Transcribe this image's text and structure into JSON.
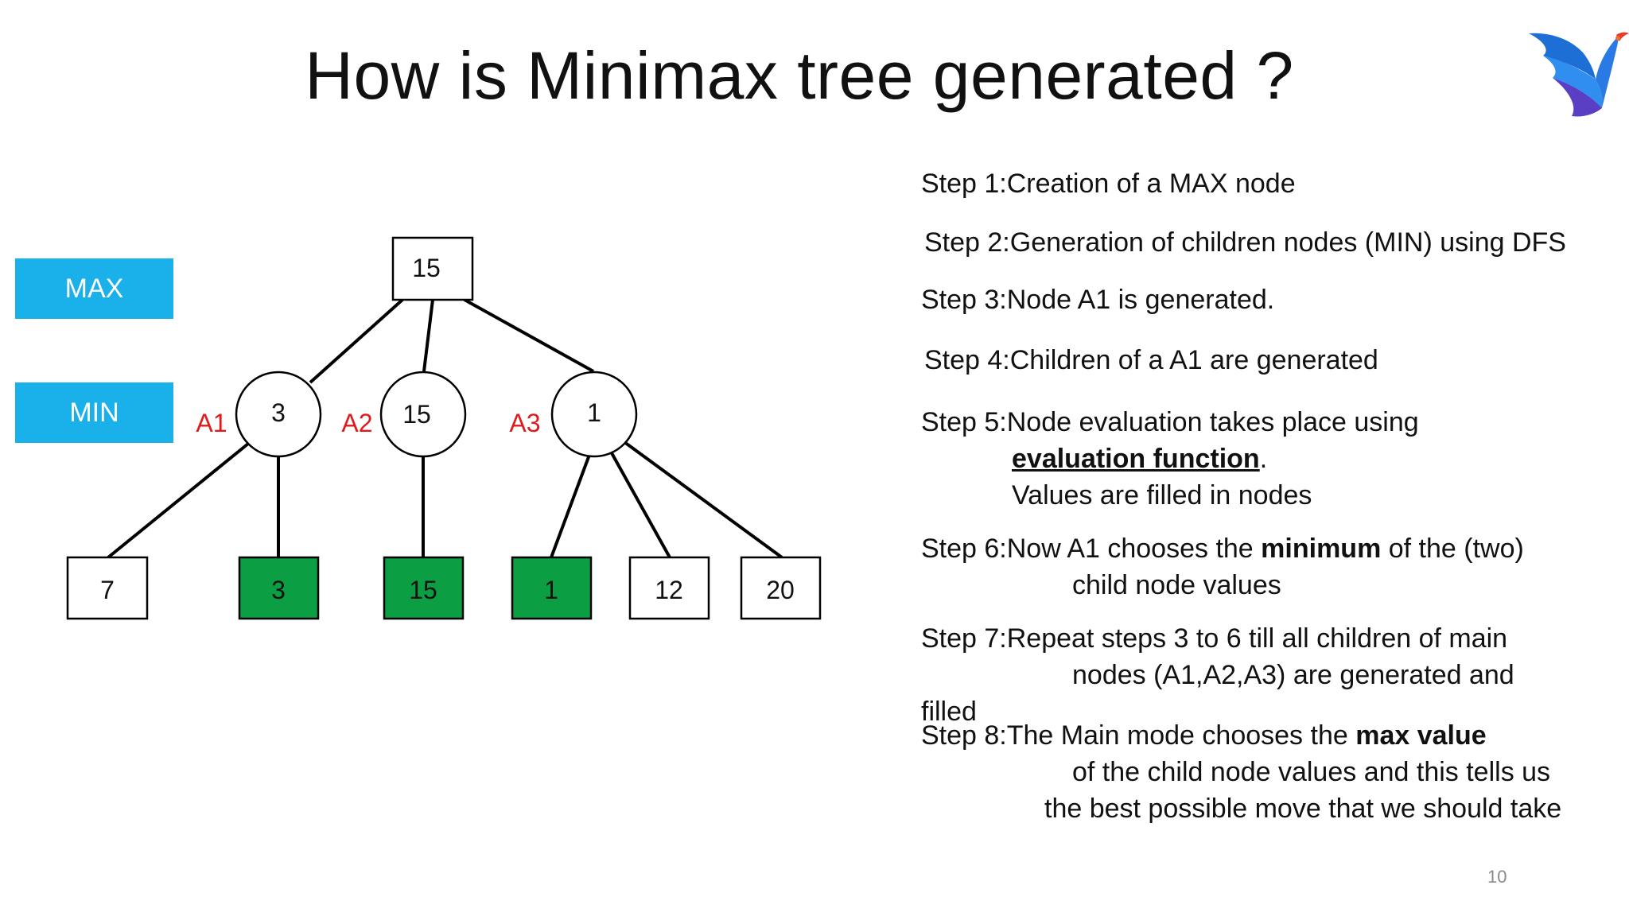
{
  "title": "How is Minimax tree generated ?",
  "levels": {
    "max": "MAX",
    "min": "MIN"
  },
  "colors": {
    "level_tag": "#1ab0ea",
    "highlight_leaf": "#0c9e42",
    "action_label": "#e01b1b",
    "edge": "#000000"
  },
  "tree": {
    "root": {
      "value": "15",
      "shape": "square"
    },
    "children": [
      {
        "action": "A1",
        "value": "3",
        "shape": "circle",
        "leaves": [
          {
            "value": "7",
            "highlighted": false
          },
          {
            "value": "3",
            "highlighted": true
          }
        ]
      },
      {
        "action": "A2",
        "value": "15",
        "shape": "circle",
        "leaves": [
          {
            "value": "15",
            "highlighted": true
          }
        ]
      },
      {
        "action": "A3",
        "value": "1",
        "shape": "circle",
        "leaves": [
          {
            "value": "1",
            "highlighted": true
          },
          {
            "value": "12",
            "highlighted": false
          },
          {
            "value": "20",
            "highlighted": false
          }
        ]
      }
    ]
  },
  "steps": {
    "s1": "Step 1:Creation of a MAX node",
    "s2": "Step 2:Generation of children nodes (MIN) using DFS",
    "s3": "Step 3:Node A1 is generated.",
    "s4": "Step 4:Children of a A1 are generated",
    "s5": {
      "line1": "Step 5:Node evaluation takes place using",
      "link": "evaluation function",
      "after_link": ".",
      "line3": "Values are filled in nodes"
    },
    "s6": {
      "pre": "Step 6:Now A1 chooses the ",
      "bold": "minimum",
      "post": " of the (two)",
      "line2": "child node values"
    },
    "s7": {
      "line1": "Step 7:Repeat steps 3 to 6 till all children of main",
      "line2": "nodes (A1,A2,A3) are generated and",
      "line3": "filled"
    },
    "s8": {
      "pre": "Step 8:The Main mode chooses the ",
      "bold": "max value",
      "line2": "of the child node values and this tells us",
      "line3": "the best possible move that we should take"
    }
  },
  "page_number": "10"
}
